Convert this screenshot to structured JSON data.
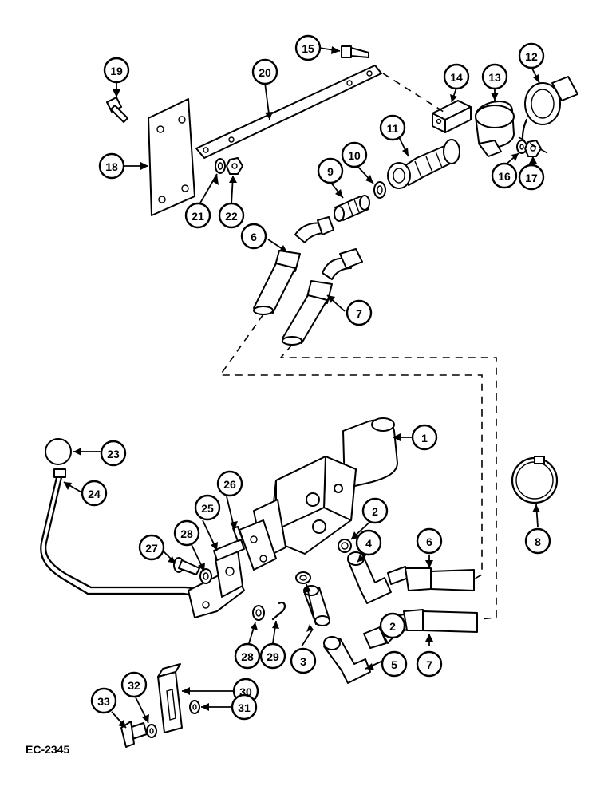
{
  "figure_ref": "EC-2345",
  "callouts": [
    {
      "id": "c1",
      "label": "1"
    },
    {
      "id": "c2a",
      "label": "2"
    },
    {
      "id": "c2b",
      "label": "2"
    },
    {
      "id": "c3",
      "label": "3"
    },
    {
      "id": "c4",
      "label": "4"
    },
    {
      "id": "c5",
      "label": "5"
    },
    {
      "id": "c6a",
      "label": "6"
    },
    {
      "id": "c6b",
      "label": "6"
    },
    {
      "id": "c7a",
      "label": "7"
    },
    {
      "id": "c7b",
      "label": "7"
    },
    {
      "id": "c8",
      "label": "8"
    },
    {
      "id": "c9",
      "label": "9"
    },
    {
      "id": "c10",
      "label": "10"
    },
    {
      "id": "c11",
      "label": "11"
    },
    {
      "id": "c12",
      "label": "12"
    },
    {
      "id": "c13",
      "label": "13"
    },
    {
      "id": "c14",
      "label": "14"
    },
    {
      "id": "c15",
      "label": "15"
    },
    {
      "id": "c16",
      "label": "16"
    },
    {
      "id": "c17",
      "label": "17"
    },
    {
      "id": "c18",
      "label": "18"
    },
    {
      "id": "c19",
      "label": "19"
    },
    {
      "id": "c20",
      "label": "20"
    },
    {
      "id": "c21",
      "label": "21"
    },
    {
      "id": "c22",
      "label": "22"
    },
    {
      "id": "c23",
      "label": "23"
    },
    {
      "id": "c24",
      "label": "24"
    },
    {
      "id": "c25",
      "label": "25"
    },
    {
      "id": "c26",
      "label": "26"
    },
    {
      "id": "c27",
      "label": "27"
    },
    {
      "id": "c28a",
      "label": "28"
    },
    {
      "id": "c28b",
      "label": "28"
    },
    {
      "id": "c29",
      "label": "29"
    },
    {
      "id": "c30",
      "label": "30"
    },
    {
      "id": "c31",
      "label": "31"
    },
    {
      "id": "c32",
      "label": "32"
    },
    {
      "id": "c33",
      "label": "33"
    }
  ]
}
